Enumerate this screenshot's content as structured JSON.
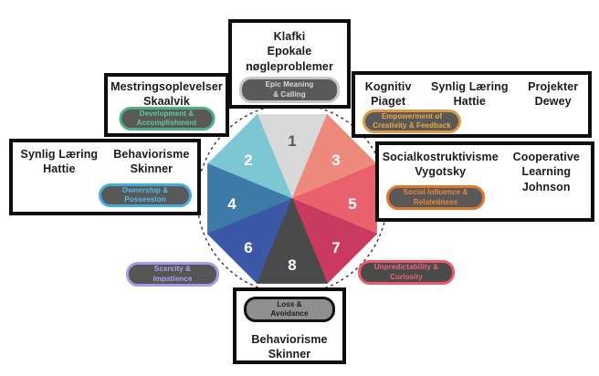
{
  "wheel": {
    "outline_color": "#333333",
    "segments": [
      {
        "number": "1",
        "color": "#d9d9d9",
        "number_color": "#595959"
      },
      {
        "number": "2",
        "color": "#7cc7d3",
        "number_color": "#ffffff"
      },
      {
        "number": "3",
        "color": "#ee8a7b",
        "number_color": "#ffffff"
      },
      {
        "number": "4",
        "color": "#3d7aa8",
        "number_color": "#ffffff"
      },
      {
        "number": "5",
        "color": "#e9616d",
        "number_color": "#ffffff"
      },
      {
        "number": "6",
        "color": "#3b58a6",
        "number_color": "#ffffff"
      },
      {
        "number": "7",
        "color": "#c93a5e",
        "number_color": "#ffffff"
      },
      {
        "number": "8",
        "color": "#4a4a4a",
        "number_color": "#ffffff"
      }
    ]
  },
  "boxes": {
    "top_center": {
      "lines": [
        "Klafki",
        "Epokale",
        "nøgleproblemer"
      ],
      "badge": {
        "line1": "Epic Meaning",
        "line2": "& Calling",
        "accent": "#c6c6c6",
        "text_color": "#d9d9d9",
        "bg": "#595959"
      }
    },
    "top_left": {
      "lines": [
        "Mestringsoplevelser",
        "Skaalvik"
      ],
      "badge": {
        "line1": "Development &",
        "line2": "Accomplishment",
        "accent": "#4fae86",
        "text_color": "#62c89a",
        "bg": "#595959"
      }
    },
    "top_right": {
      "columns": [
        {
          "line1": "Kognitiv",
          "line2": "Piaget"
        },
        {
          "line1": "Synlig Læring",
          "line2": "Hattie"
        },
        {
          "line1": "Projekter",
          "line2": "Dewey"
        }
      ],
      "badge": {
        "line1": "Empowerment of",
        "line2": "Creativity & Feedback",
        "accent": "#dd9a44",
        "text_color": "#efa63c",
        "bg": "#595959"
      }
    },
    "left": {
      "columns": [
        {
          "line1": "Synlig Læring",
          "line2": "Hattie"
        },
        {
          "line1": "Behaviorisme",
          "line2": "Skinner"
        }
      ],
      "badge": {
        "line1": "Ownership &",
        "line2": "Possession",
        "accent": "#41aede",
        "text_color": "#54bbe9",
        "bg": "#595959"
      }
    },
    "right": {
      "columns": [
        {
          "line1": "Socialkostruktivisme",
          "line2": "Vygotsky"
        },
        {
          "line1": "Cooperative",
          "line2": "Learning",
          "line3": "Johnson"
        }
      ],
      "badge": {
        "line1": "Social Influence &",
        "line2": "Relatedness",
        "accent": "#e2762c",
        "text_color": "#f08434",
        "bg": "#595959"
      }
    },
    "bottom_center": {
      "lines": [
        "Behaviorisme",
        "Skinner"
      ],
      "badge": {
        "line1": "Loss &",
        "line2": "Avoidance",
        "accent": "#111111",
        "text_color": "#1d1d1d",
        "bg": "#8f8f8f"
      }
    }
  },
  "floating_badges": {
    "scarcity": {
      "line1": "Scarcity &",
      "line2": "Impatience",
      "accent": "#a49ce6",
      "text_color": "#aba3ef",
      "bg": "#555555"
    },
    "unpredictability": {
      "line1": "Unpredictability &",
      "line2": "Curiosity",
      "accent": "#f0596d",
      "text_color": "#f26276",
      "bg": "#4a4a4a"
    }
  }
}
